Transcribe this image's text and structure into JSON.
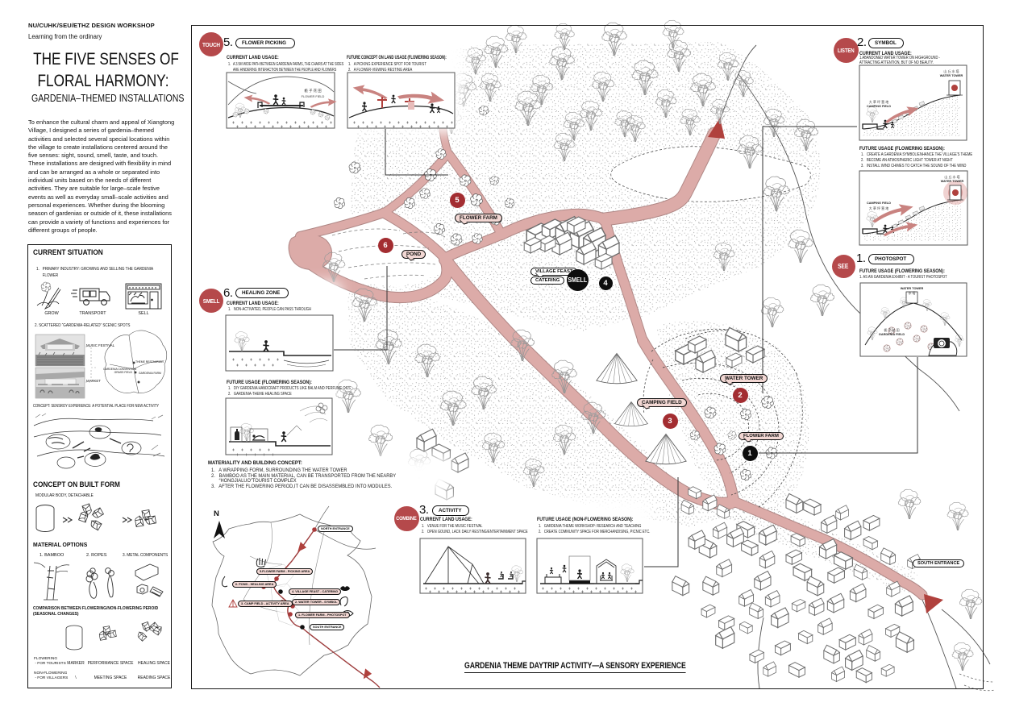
{
  "header": {
    "workshop": "NU/CUHK/SEU/ETHZ DESIGN WORKSHOP",
    "subtitle": "Learning from the ordinary",
    "title1": "THE FIVE SENSES OF",
    "title2": "FLORAL HARMONY:",
    "title3": "GARDENIA–THEMED INSTALLATIONS",
    "intro": "To enhance the cultural charm and appeal of Xiangtong Village, I designed a series of gardenia–themed activities and selected several special locations within the village to create installations centered around the five senses: sight, sound, smell, taste, and touch. These installations are designed with flexibility in mind and can be arranged as a whole or separated into individual units based on the needs of different activities. They are suitable for large–scale festive events as well as everyday small–scale activities and personal experiences. Whether during the blooming season of gardenias or outside of it, these installations can provide a variety of functions and experiences for different groups of people."
  },
  "sidebar": {
    "heading": "CURRENT SITUATION",
    "item1": "1.   PRIMARY INDUSTRY: GROWING AND SELLING THE GARDENIA\n      FLOWER",
    "icon_labels": [
      "GROW",
      "TRANSPORT",
      "SELL"
    ],
    "item2": "2. SCATTERED “GARDENIA-RELATED” SCENIC SPOTS",
    "photo_labels": [
      "MUSIC FESTIVAL",
      "MARKET"
    ],
    "sketchmap_labels": [
      "THEME RESTAURANT",
      "GARDENIA CONVENTION\nGRASS FIELD",
      "GARDENIA FARM"
    ],
    "concept_line": "CONCEPT: SENSROY EXPERIENCE: A POTENTIAL PLACE FOR NEW ACTIVITY",
    "built_heading": "CONCEPT ON BUILT FORM",
    "built_sub": "MODULAR BODY, DETACHABLE",
    "material_heading": "MATERIAL OPTIONS",
    "materials": [
      "1.  BAMBOO",
      "2. ROPES",
      "3. METAL COMPONENTS"
    ],
    "comparison_heading": "COMPARISON BETWEEN FLOWERING/NON-FLOWERING PEROID\n(SEASONAL CHANGES)",
    "row1_label": "FLOWERING\n - FOR TOURISTS",
    "row1_cells": [
      "MARKER",
      "PERFORMANCE SPACE",
      "HEALING SPACE"
    ],
    "row2_label": "NON-FLOWERING\n - FOR VILLAGERS",
    "row2_cells": [
      "\\",
      "MEETING SPACE",
      "READING SPACE"
    ]
  },
  "callouts": {
    "touch": {
      "sense": "TOUCH",
      "number": "5.",
      "tag": "FLOWER PICKING",
      "current_heading": "CURRENT LAND USAGE:",
      "current_items": "1.   A 3.5M WIDE PATH BETWEEN GARDENIA FARMS, THE CHAIRS AT THE SIDES\n      ARE HINDERING INTERACTION BETWEEN THE PEOPLE AND FLOWERS",
      "future_heading": "FUTURE CONCEPT ON LAND USAGE (FLOWERING SEASON):",
      "future_items": "1.   A PICKING EXPERIENCE SPOT FOR TOURIST\n2.   A FLOWER-VIEWING RESTING AREA",
      "panel1_cjk": "栀 子 花 田",
      "panel1_caption": "FLOWER FIELD"
    },
    "listen": {
      "sense": "LISTEN",
      "number": "2.",
      "tag": "SYMBOL",
      "current_heading": "CURRENT LAND USAGE:",
      "current_items": "1.ABANDONED WATER TOWER ON HIGHGROUND -\nATTRACTING ATTENTION, BUT OF NO BEAUTY.",
      "future_heading": "FUTURE USAGE (FLOWERING SEASON):",
      "future_items": "1.   CREATE A GARDENIA SYMBOL/ENHANCE THE VILLAGE'S THEME\n2.   BECOME AN ATMOSPHERIC LIGHT TOWER AT NIGHT\n3.   INSTALL WIND CHIMES TO CATCH THE SOUND OF THE WIND",
      "tower_cjk": "山 丘 水 塔",
      "tower_label": "WATER TOWER",
      "field_cjk": "大 草 坪 营 地",
      "field_label": "CAMPING FIELD"
    },
    "see": {
      "sense": "SEE",
      "number": "1.",
      "tag": "PHOTOSPOT",
      "future_heading": "FUTURE USAGE (FLOWERING SEASON):",
      "future_items": "1. AS AN GARDENIA EXHIBIT - A TOURIST PHOTOSPOT",
      "tower_label": "WATER TOWER",
      "tower_cjk": "水 塔",
      "field_cjk": "栀 子 花 田",
      "field_label": "GARDENIA FIELD"
    },
    "smell": {
      "sense": "SMELL",
      "number": "6.",
      "tag": "HEALING ZONE",
      "current_heading": "CURRENT LAND USAGE:",
      "current_items": "1.   NON-ACTIVATED, PEOPLE CAN PASS THROUGH",
      "future_heading": "FUTURE USAGE (FLOWERING SEASON):",
      "future_items": "1.   DIY GARDENIA HANDCRAFT PRODUCTS LIKE BALM AND PERFUME OILS\n2.   GARDENIA-THEME HEALING SPACE",
      "materiality_heading": "MATERIALITY AND BUILDING CONCEPT:",
      "materiality_items": "1.   A WRAPPING FORM, SURROUNDING THE WATER TOWER\n2.   BAMBOO AS THE MAIN MATERIAL, CAN BE TRANSPORTED FROM THE NEARBY\n      “HONGJIALUO”TOURIST COMPLEX\n3.   AFTER THE FLOWERING PERIOD,IT CAN BE DISASSEMBLED INTO MODULES."
    },
    "combine": {
      "sense": "COMBINE",
      "number": "3.",
      "tag": "ACTIVITY",
      "current_heading": "CURRENT LAND USAGE:",
      "current_items": "1.   VENUE FOR THE MUSIC FESTIVAL\n2.   OPEN GOUND, LACK DAILY RESTING/ENTERTAINMENT SPACE",
      "future_heading": "FUTURE USAGE (NON-FLOWERING SEASON):",
      "future_items": "1.   GARDENIA THEME WORKSHOP: RESEARCH AND TEACHING\n2.   CREATE COMMUNITY SPACE FOR MERCHANDISING, PICNIC ETC."
    }
  },
  "map": {
    "labels": {
      "flower_farm_5": "FLOWER FARM",
      "pond": "POND",
      "village_feast": "VILLAGE FEAST",
      "catering": "CATERING",
      "camping_field": "CAMPING FIELD",
      "water_tower": "WATER TOWER",
      "flower_farm_1": "FLOWER FARM",
      "south_entrance": "SOUTH ENTRANCE"
    },
    "markers": {
      "m1": "1",
      "m2": "2",
      "m3": "3",
      "m4": "4",
      "m5": "5",
      "m6": "6",
      "smell": "SMELL"
    },
    "bottom_title": "GARDENIA THEME DAYTRIP ACTIVITY—A SENSORY EXPERIENCE"
  },
  "minimap": {
    "compass": "N",
    "north_entrance": "NORTH ENTRANCE",
    "south_entrance": "SOUTH ENTRANCE",
    "items": [
      "5.FLOWER FARM - PICKING AREA",
      "6. POND - HEALING AREA",
      "4. VILLAGE FEAST - CATERING",
      "2. WATER TOWER - SYMBOL",
      "3. CAMP FIELD - ACTIVITY AREA",
      "1. FLOWER FARM - PHOTOSPOT"
    ]
  },
  "colors": {
    "sense_red": "#b5494b",
    "marker_red": "#a32d31",
    "road_pink": "#dcaba8",
    "pill_pink": "#f2d7d3",
    "arrow_rose": "#c98380"
  }
}
